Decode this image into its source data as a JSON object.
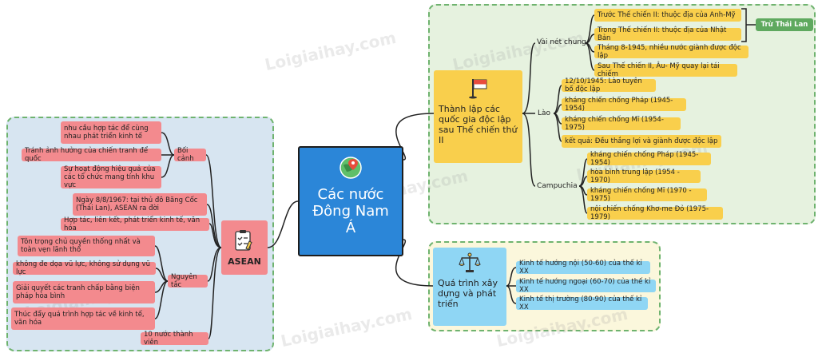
{
  "watermark": "Loigiaihay.com",
  "center": {
    "title": "Các nước Đông Nam Á",
    "icon": "globe-pin-icon"
  },
  "asean": {
    "title": "ASEAN",
    "icon": "checklist-icon",
    "boi_canh": {
      "label": "Bối cảnh",
      "items": [
        "nhu cầu hợp tác để cùng nhau phát triển kinh tế",
        "Tránh ảnh hưởng của chiến tranh để quốc",
        "Sự hoạt động hiệu quả của các tổ chức mang tính khu vực"
      ]
    },
    "ra_doi": "Ngày 8/8/1967: tại thủ đô Băng Cốc (Thái Lan), ASEAN ra đời",
    "hop_tac": "Hợp tác, liên kết, phát triển kinh tế, văn hóa",
    "nguyen_tac": {
      "label": "Nguyên tắc",
      "items": [
        "Tôn trọng chủ quyền thống nhất và toàn vẹn lãnh thổ",
        "không đe dọa vũ lực, không sử dụng vũ lực",
        "Giải quyết các tranh chấp bằng biện pháp hòa bình",
        "Thúc đẩy quá trình hợp tác về kinh tế, văn hóa"
      ]
    },
    "thanh_vien": "10 nước thành viên"
  },
  "thanh_lap": {
    "title": "Thành lập các quốc gia độc lập sau Thế chiến thứ II",
    "icon": "flag-icon",
    "vai_net": {
      "label": "Vài nét chung",
      "items": [
        "Trước Thế chiến II: thuộc địa của Anh-Mỹ",
        "Trong Thế chiến II: thuộc địa của Nhật Bản",
        "Tháng 8-1945, nhiều nước giành được độc lập",
        "Sau Thế chiến II, Âu- Mỹ quay lại tái chiếm"
      ],
      "note": "Trừ Thái Lan"
    },
    "lao": {
      "label": "Lào",
      "items": [
        "12/10/1945: Lào tuyên bố độc lập",
        "kháng chiến chống Pháp (1945-1954)",
        "kháng chiến chống Mĩ (1954-1975)",
        "kết quả: Đều thắng lợi và giành được độc lập"
      ]
    },
    "campuchia": {
      "label": "Campuchia",
      "items": [
        "kháng chiến chống Pháp (1945-1954)",
        "hòa bình trung lập (1954 - 1970)",
        "kháng chiến chống Mĩ (1970 - 1975)",
        "nội chiến chống Khơ-me Đỏ (1975-1979)"
      ]
    }
  },
  "qua_trinh": {
    "title": "Quá trình xây dựng và phát triển",
    "icon": "balance-scale-icon",
    "items": [
      "Kinh tế hướng nội (50-60) của thế kỉ XX",
      "Kinh tế hướng ngoại (60-70) của thế kỉ XX",
      "Kinh tế thị trường (80-90) của thế kỉ XX"
    ]
  },
  "colors": {
    "center": "#2b86d8",
    "pink": "#f38a8e",
    "yellow": "#f9cf4c",
    "blue": "#8fd6f4",
    "green": "#5fa95f"
  }
}
